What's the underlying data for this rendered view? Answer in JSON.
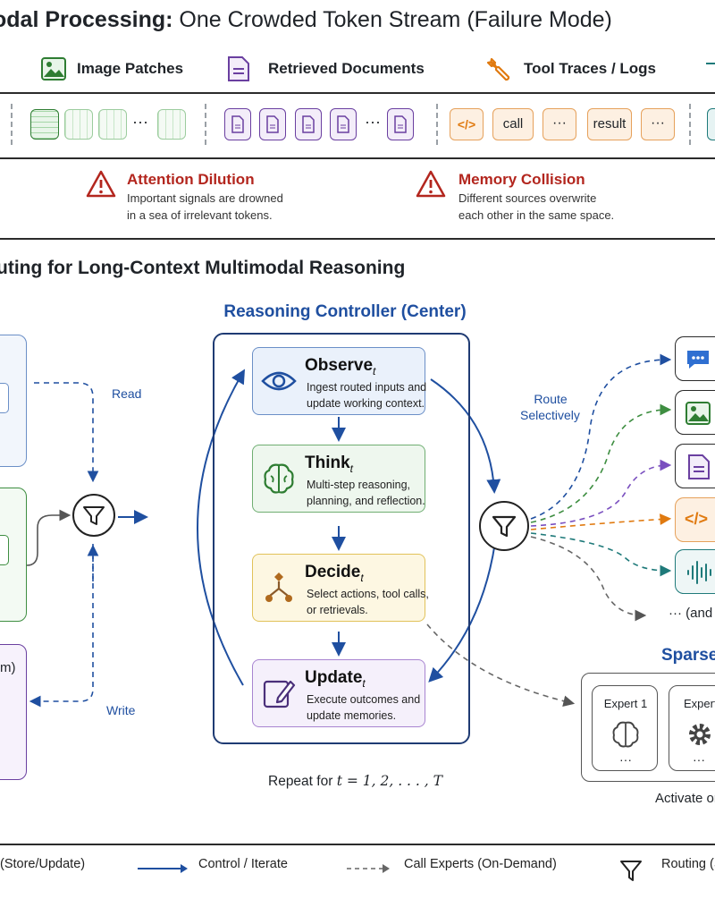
{
  "header": {
    "title_bold": "odal Processing:",
    "title_rest": " One Crowded Token Stream (Failure Mode)"
  },
  "top_legend": [
    {
      "label": "Image Patches",
      "icon": "image-icon",
      "color": "#2e7d32"
    },
    {
      "label": "Retrieved Documents",
      "icon": "document-icon",
      "color": "#6a3fa0"
    },
    {
      "label": "Tool Traces / Logs",
      "icon": "wrench-icon",
      "color": "#e07a10"
    }
  ],
  "token_stream": {
    "ellipsis": "···",
    "call": "call",
    "result": "result"
  },
  "failures": [
    {
      "title": "Attention Dilution",
      "lines": [
        "Important signals are drowned",
        "in a sea of irrelevant tokens."
      ]
    },
    {
      "title": "Memory Collision",
      "lines": [
        "Different sources overwrite",
        "each other in the same space."
      ]
    }
  ],
  "section_title": "uting for Long-Context Multimodal Reasoning",
  "left_panel": {
    "read_label": "Read",
    "write_label": "Write",
    "partial_text": "m)"
  },
  "controller": {
    "title": "Reasoning Controller (Center)",
    "steps": [
      {
        "name": "Observe",
        "sub": "t",
        "lines": [
          "Ingest routed inputs and",
          "update working context."
        ]
      },
      {
        "name": "Think",
        "sub": "t",
        "lines": [
          "Multi-step reasoning,",
          "planning, and reflection."
        ]
      },
      {
        "name": "Decide",
        "sub": "t",
        "lines": [
          "Select actions, tool calls,",
          "or retrievals."
        ]
      },
      {
        "name": "Update",
        "sub": "t",
        "lines": [
          "Execute outcomes and",
          "update memories."
        ]
      }
    ],
    "repeat_prefix": "Repeat for ",
    "repeat_math": "t = 1, 2, . . . , T"
  },
  "right_panel": {
    "route_label_1": "Route",
    "route_label_2": "Selectively",
    "more_label": "··· (and",
    "sparse_title": "Sparse",
    "expert1": "Expert 1",
    "expert2": "Expert",
    "expert_dots": "···",
    "activate_label": "Activate or"
  },
  "bottom_legend": {
    "store_update": "(Store/Update)",
    "control_iterate": "Control / Iterate",
    "call_experts": "Call Experts (On-Demand)",
    "routing": "Routing (S"
  },
  "colors": {
    "blue": "#1f4fa0",
    "green": "#2e7d32",
    "purple": "#6a3fa0",
    "orange": "#e07a10",
    "teal": "#1f7a7a",
    "red": "#b3261e"
  }
}
